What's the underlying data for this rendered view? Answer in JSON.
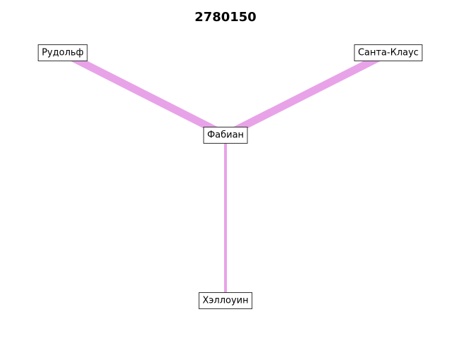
{
  "title": "2780150",
  "colors": {
    "edge": "#e8a3e8",
    "node_border": "#333333",
    "node_fill": "#ffffff",
    "text": "#000000"
  },
  "nodes": [
    {
      "id": "fabian",
      "label": "Фабиан"
    },
    {
      "id": "rudolf",
      "label": "Рудольф"
    },
    {
      "id": "santa",
      "label": "Санта-Клаус"
    },
    {
      "id": "halloween",
      "label": "Хэллоуин"
    }
  ],
  "edges": [
    {
      "source": "rudolf",
      "target": "fabian",
      "weight": 3
    },
    {
      "source": "santa",
      "target": "fabian",
      "weight": 3
    },
    {
      "source": "halloween",
      "target": "fabian",
      "weight": 1
    }
  ]
}
